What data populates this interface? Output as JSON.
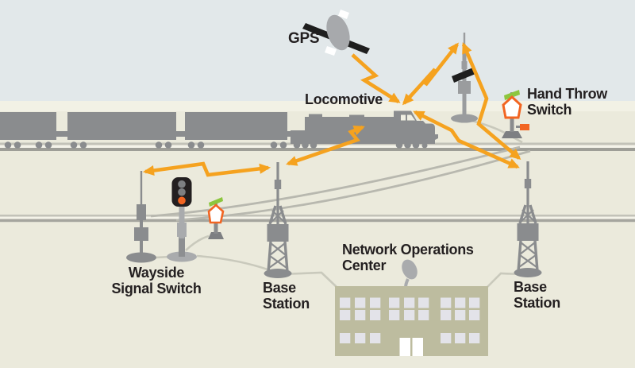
{
  "title": "Positive Train Control communications diagram",
  "labels": {
    "gps": "GPS",
    "locomotive": "Locomotive",
    "hand_throw_switch": "Hand Throw\nSwitch",
    "wayside_signal_switch": "Wayside\nSignal Switch",
    "base_station_left": "Base\nStation",
    "network_operations_center": "Network Operations\nCenter",
    "base_station_right": "Base\nStation"
  },
  "connections": [
    {
      "from": "GPS",
      "to": "Locomotive",
      "bidirectional": false
    },
    {
      "from": "Locomotive",
      "to": "Solar-powered wayside antenna",
      "bidirectional": true
    },
    {
      "from": "Locomotive",
      "to": "Base Station (left)",
      "bidirectional": true
    },
    {
      "from": "Wayside Signal Switch",
      "to": "Base Station (left)",
      "bidirectional": true
    },
    {
      "from": "Locomotive",
      "to": "Base Station (right)",
      "bidirectional": true
    },
    {
      "from": "Solar-powered wayside antenna",
      "to": "Base Station (right)",
      "bidirectional": true
    }
  ],
  "colors": {
    "sky": "#e2e8ea",
    "horizon_band": "#f2f1e5",
    "ground": "#ebeadc",
    "comm_link_orange": "#f5a21f",
    "equipment_gray": "#8a8c8e",
    "light_gray": "#a9abad",
    "signal_lamp_orange": "#f26522",
    "switch_target_green": "#8cc63e",
    "solar_panel_black": "#1e1e1e",
    "building_tan": "#bdbc9f",
    "window_gray": "#e3e3e9",
    "door_white": "#ffffff",
    "track_light": "#c2c2b8",
    "track_dark": "#9e9e97",
    "label_text": "#231f20"
  }
}
